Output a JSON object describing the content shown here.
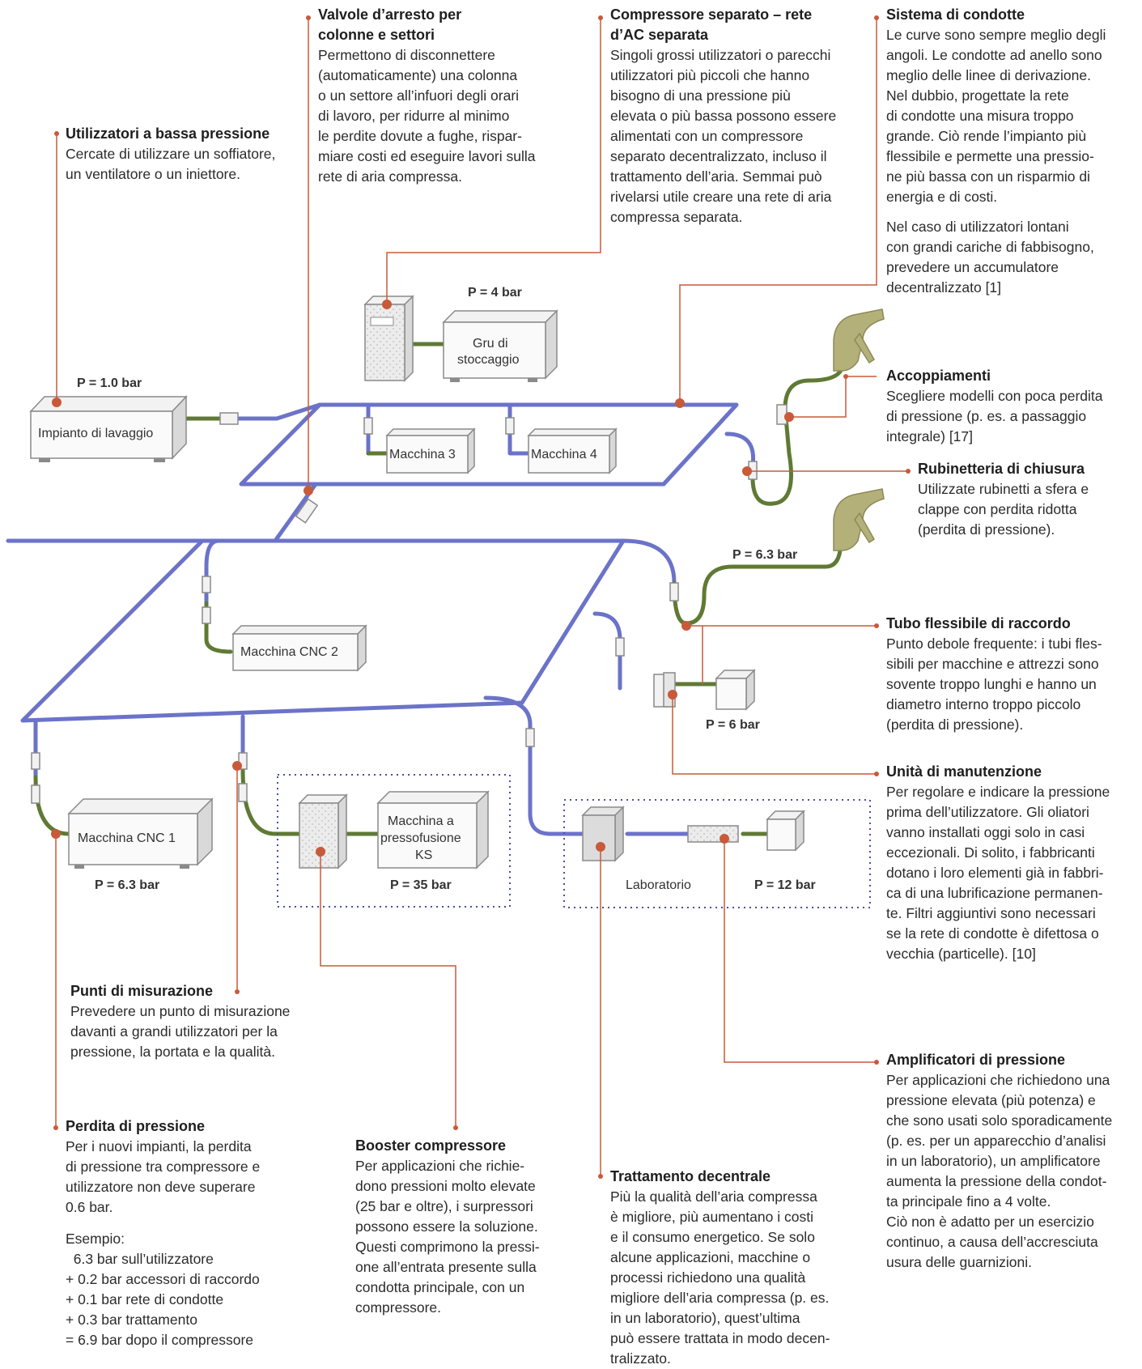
{
  "callouts": {
    "utilizzatori": {
      "title": "Utilizzatori a bassa pressione",
      "body": "Cercate di utilizzare un soffiatore,\nun ventilatore o un iniettore."
    },
    "valvole": {
      "title": "Valvole d’arresto per\ncolonne e settori",
      "body": "Permettono di disconnettere\n(automaticamente) una colonna\no un settore all’infuori degli orari\ndi lavoro, per ridurre al minimo\nle perdite dovute a fughe, rispar-\nmiare costi ed eseguire lavori sulla\nrete di aria compressa."
    },
    "compressore": {
      "title": "Compressore separato – rete\nd’AC separata",
      "body": "Singoli grossi utilizzatori o parecchi\nutilizzatori più piccoli che hanno\nbisogno di una pressione più\nelevata o più bassa possono essere\nalimentati con un compressore\nseparato decentralizzato, incluso il\ntrattamento dell’aria. Semmai può\nrivelarsi utile creare una rete di aria\ncompressa separata."
    },
    "sistema": {
      "title": "Sistema di condotte",
      "body": "Le curve sono sempre meglio degli\nangoli. Le condotte ad anello sono\nmeglio delle linee di derivazione.\nNel dubbio, progettate la rete\ndi condotte una misura troppo\ngrande. Ciò rende l’impianto più\nflessibile e permette una pressio-\nne più bassa con un risparmio di\nenergia e di costi.",
      "body2": "Nel caso di utilizzatori lontani\ncon grandi cariche di fabbisogno,\nprevedere un accumulatore\ndecentralizzato [1]"
    },
    "accoppiamenti": {
      "title": "Accoppiamenti",
      "body": "Scegliere modelli con poca perdita\ndi pressione (p. es. a passaggio\nintegrale) [17]"
    },
    "rubinetteria": {
      "title": "Rubinetteria di chiusura",
      "body": "Utilizzate rubinetti a sfera e\nclappe con perdita ridotta\n(perdita di pressione)."
    },
    "tubo": {
      "title": "Tubo flessibile di raccordo",
      "body": "Punto debole frequente: i tubi fles-\nsibili per macchine e attrezzi sono\nsovente troppo lunghi e hanno un\ndiametro interno troppo piccolo\n(perdita di pressione)."
    },
    "unita": {
      "title": "Unità di manutenzione",
      "body": "Per regolare e indicare la pressione\nprima dell’utilizzatore. Gli oliatori\nvanno installati oggi solo in casi\neccezionali. Di solito, i fabbricanti\ndotano i loro elementi già in fabbri-\nca di una lubrificazione permanen-\nte. Filtri aggiuntivi sono necessari\nse la rete di condotte è difettosa o\nvecchia (particelle). [10]"
    },
    "punti": {
      "title": "Punti di misurazione",
      "body": "Prevedere un punto di misurazione\ndavanti a grandi utilizzatori per la\npressione, la portata e la qualità."
    },
    "perdita": {
      "title": "Perdita di pressione",
      "body": "Per i nuovi impianti, la perdita\ndi pressione tra compressore e\nutilizzatore non deve superare\n0.6 bar.",
      "example_label": "Esempio:",
      "example_lines": [
        "  6.3 bar sull’utilizzatore",
        "+ 0.2 bar accessori di raccordo",
        "+ 0.1 bar rete di condotte",
        "+ 0.3 bar trattamento",
        "= 6.9 bar dopo il compressore"
      ]
    },
    "booster": {
      "title": "Booster compressore",
      "body": "Per applicazioni che richie-\ndono pressioni molto elevate\n(25 bar e oltre), i surpressori\npossono essere la soluzione.\nQuesti comprimono la pressi-\none all’entrata presente sulla\ncondotta principale, con un\ncompressore."
    },
    "trattamento": {
      "title": "Trattamento decentrale",
      "body": "Più la qualità dell’aria compressa\nè migliore, più aumentano i costi\ne il consumo energetico. Se solo\nalcune applicazioni, macchine o\nprocessi richiedono una qualità\nmigliore dell’aria compressa (p. es.\nin un laboratorio), quest’ultima\npuò essere trattata in modo decen-\ntralizzato."
    },
    "amplificatori": {
      "title": "Amplificatori di pressione",
      "body": "Per applicazioni che richiedono una\npressione elevata (più potenza) e\nche sono usati solo sporadicamente\n(p. es. per un apparecchio d’analisi\nin un laboratorio), un amplificatore\naumenta la pressione della condot-\nta principale fino a 4 volte.\nCiò non è adatto per un esercizio\ncontinuo, a causa dell’accresciuta\nusura delle guarnizioni."
    }
  },
  "labels": {
    "impianto": "Impianto di lavaggio",
    "gru_1": "Gru di",
    "gru_2": "stoccaggio",
    "macchina3": "Macchina 3",
    "macchina4": "Macchina 4",
    "cnc2": "Macchina CNC 2",
    "cnc1": "Macchina CNC 1",
    "ks_1": "Macchina a",
    "ks_2": "pressofusione",
    "ks_3": "KS",
    "laboratorio": "Laboratorio"
  },
  "pressures": {
    "impianto": "P = 1.0 bar",
    "gru": "P = 4 bar",
    "tool": "P = 6.3 bar",
    "unit": "P = 6 bar",
    "cnc1": "P = 6.3 bar",
    "ks": "P = 35 bar",
    "lab": "P = 12 bar"
  },
  "colors": {
    "pipe": "#6b73c9",
    "hose": "#5f7a34",
    "callout_line": "#c85a3a",
    "tool": "#b3b07a"
  }
}
